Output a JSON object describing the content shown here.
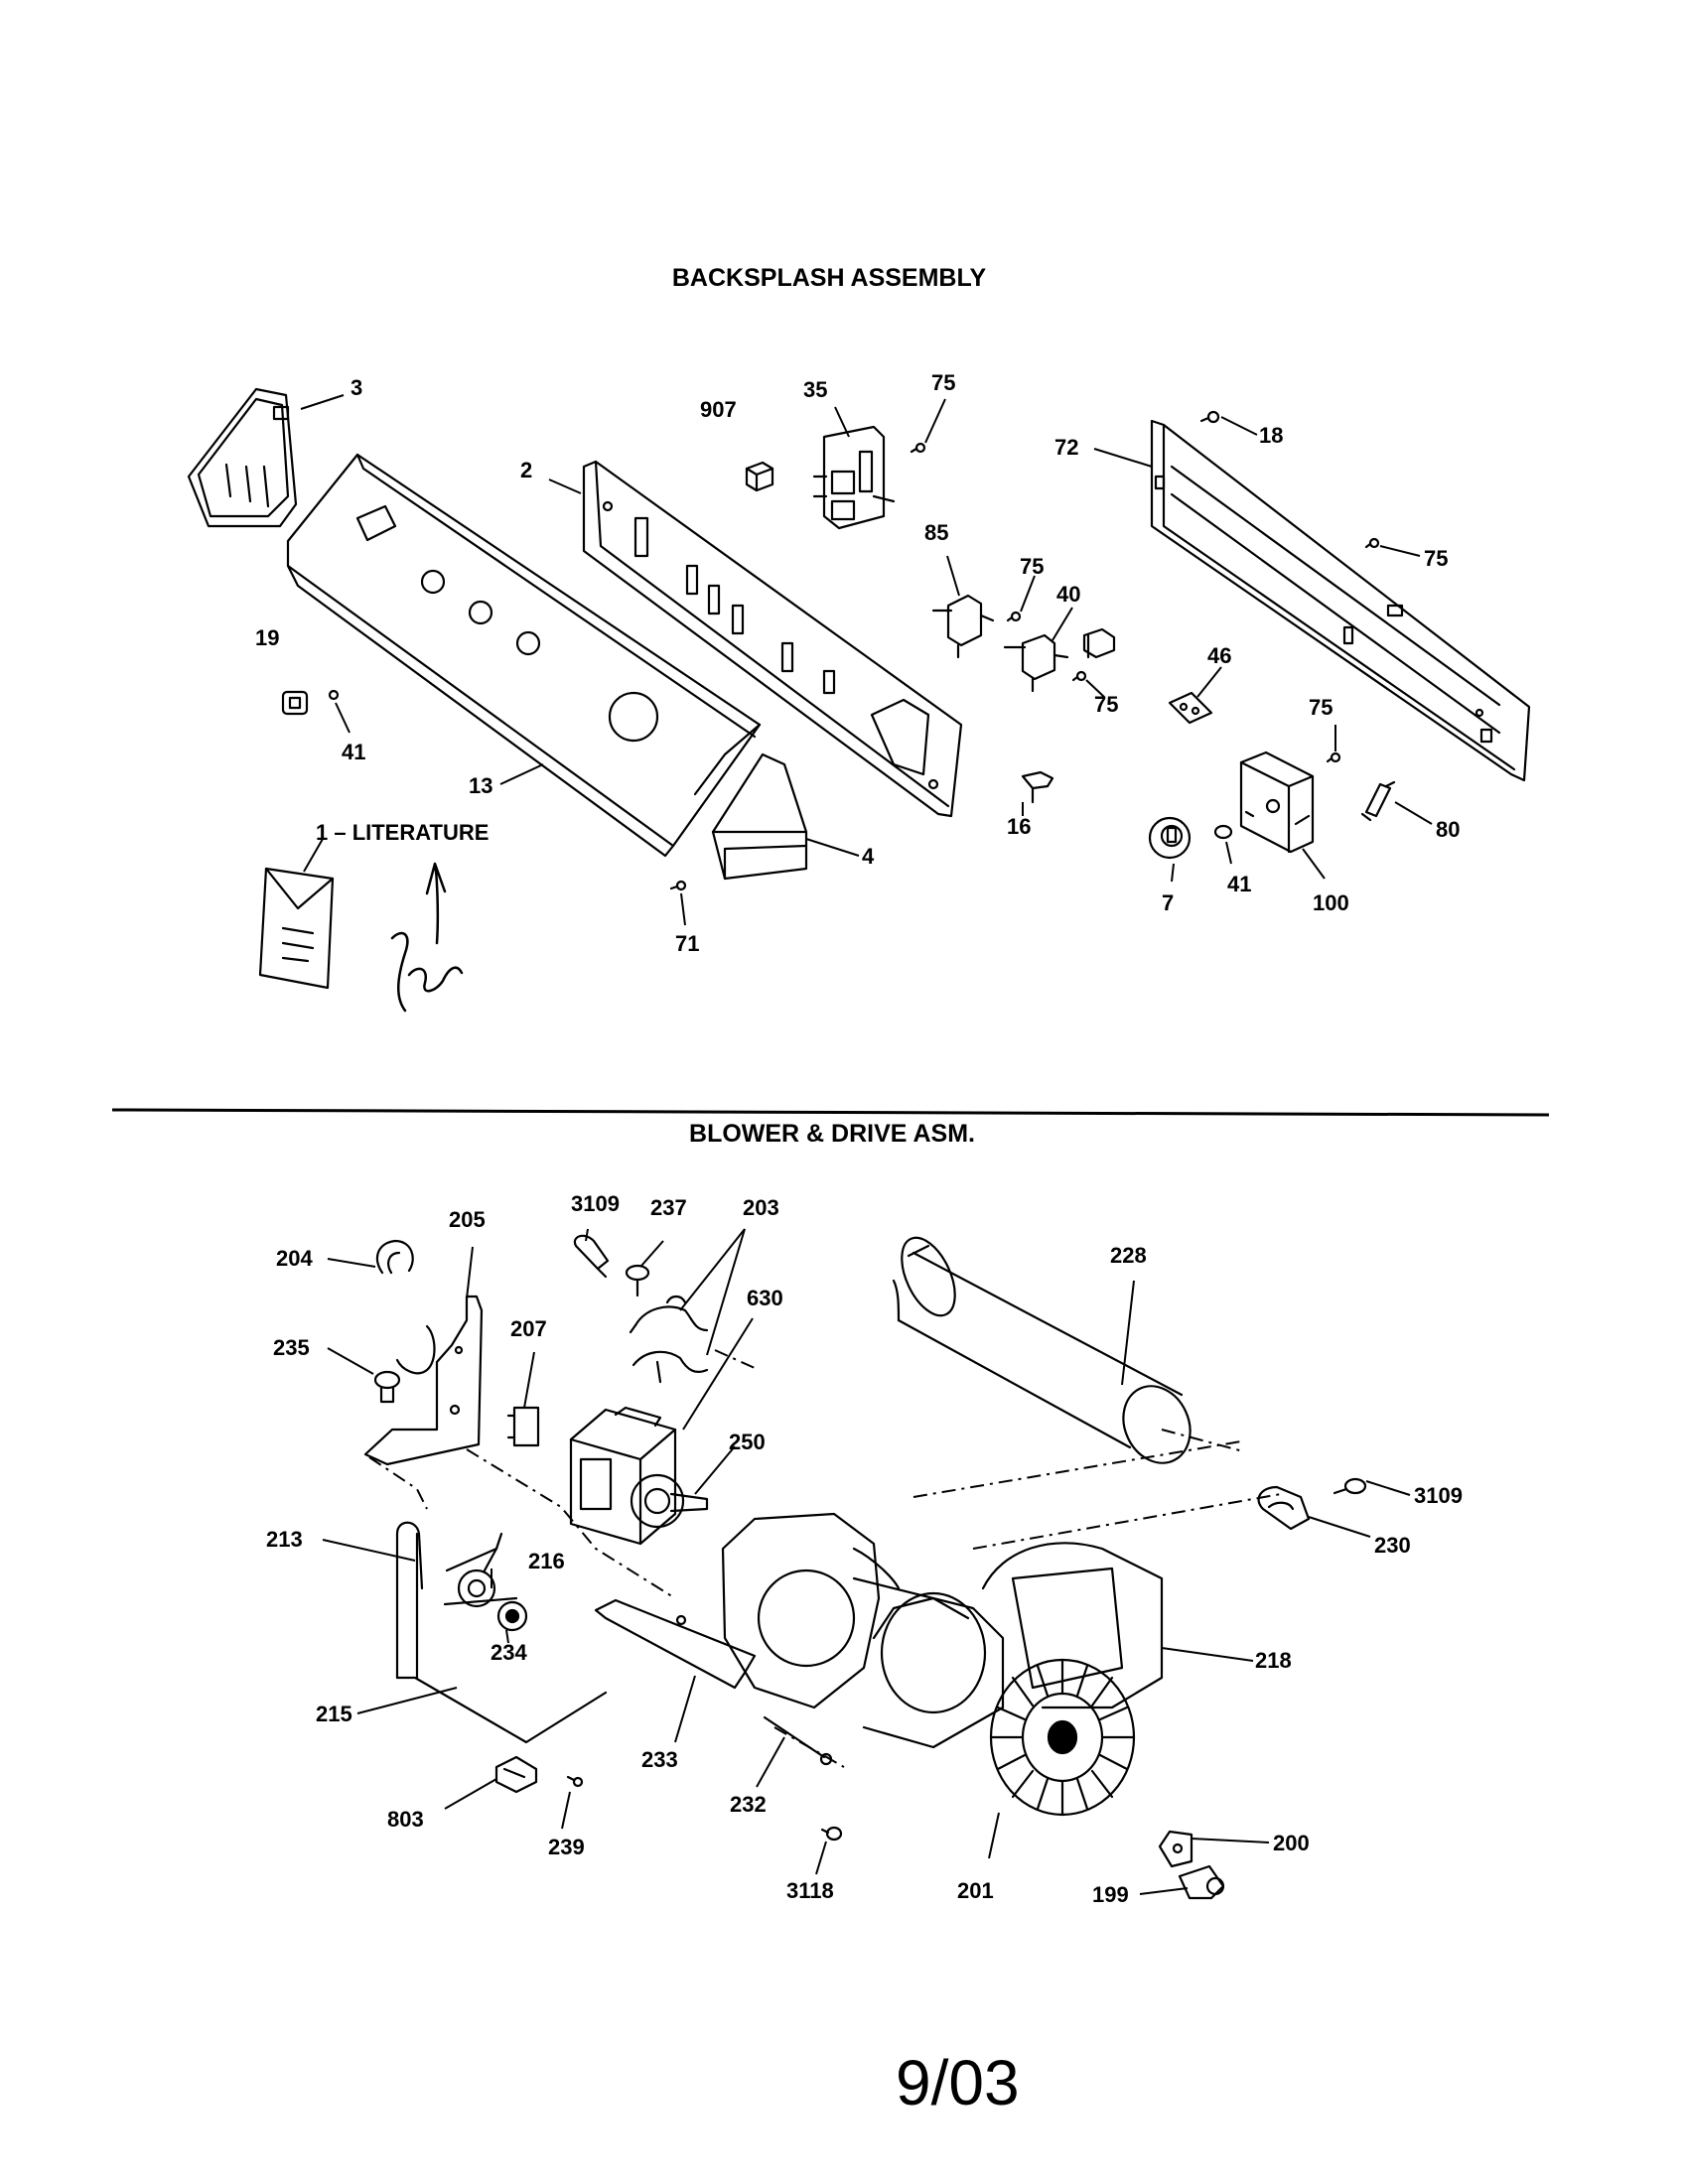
{
  "sections": {
    "backsplash": {
      "title": "BACKSPLASH ASSEMBLY"
    },
    "blower": {
      "title": "BLOWER & DRIVE ASM."
    }
  },
  "literature_label": "1 – LITERATURE",
  "footer": {
    "date": "9/03"
  },
  "callouts": {
    "c3": "3",
    "c907": "907",
    "c35": "35",
    "c75a": "75",
    "c18": "18",
    "c72": "72",
    "c2": "2",
    "c85": "85",
    "c75b": "75",
    "c40": "40",
    "c75c": "75",
    "c75d": "75",
    "c19": "19",
    "c41a": "41",
    "c13": "13",
    "c4": "4",
    "c16": "16",
    "c46": "46",
    "c75e": "75",
    "c80": "80",
    "c7": "7",
    "c41b": "41",
    "c100": "100",
    "c71": "71",
    "c3109a": "3109",
    "c237": "237",
    "c203": "203",
    "c205": "205",
    "c204": "204",
    "c228": "228",
    "c630": "630",
    "c207": "207",
    "c235": "235",
    "c250": "250",
    "c3109b": "3109",
    "c230": "230",
    "c213": "213",
    "c216": "216",
    "c234": "234",
    "c218": "218",
    "c215": "215",
    "c233": "233",
    "c232": "232",
    "c803": "803",
    "c239": "239",
    "c3118": "3118",
    "c201": "201",
    "c200": "200",
    "c199": "199"
  }
}
